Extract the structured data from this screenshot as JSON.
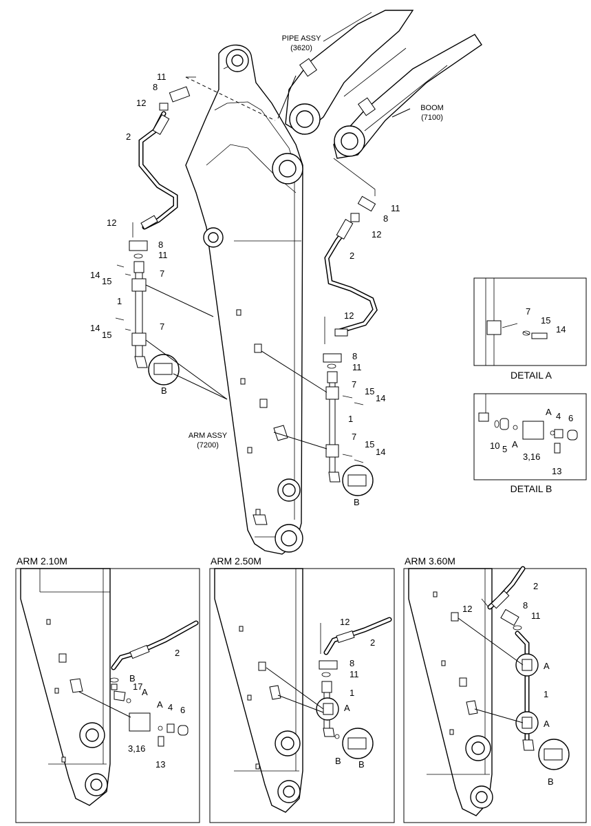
{
  "references": {
    "pipe_assy": {
      "name": "PIPE ASSY",
      "code": "(3620)"
    },
    "boom": {
      "name": "BOOM",
      "code": "(7100)"
    },
    "arm_assy": {
      "name": "ARM ASSY",
      "code": "(7200)"
    }
  },
  "main_callouts": {
    "left": {
      "c11a": "11",
      "c8a": "8",
      "c12a": "12",
      "c2": "2",
      "c12b": "12",
      "c8b": "8",
      "c11b": "11",
      "c14a": "14",
      "c15a": "15",
      "c7a": "7",
      "c1": "1",
      "c14b": "14",
      "c15b": "15",
      "c7b": "7",
      "cB": "B"
    },
    "right": {
      "c11a": "11",
      "c8a": "8",
      "c12a": "12",
      "c2": "2",
      "c12b": "12",
      "c8b": "8",
      "c11b": "11",
      "c7a": "7",
      "c15a": "15",
      "c14a": "14",
      "c1": "1",
      "c7b": "7",
      "c15b": "15",
      "c14b": "14",
      "cB": "B"
    }
  },
  "detail_a": {
    "caption": "DETAIL A",
    "c7": "7",
    "c15": "15",
    "c14": "14"
  },
  "detail_b": {
    "caption": "DETAIL B",
    "cA": "A",
    "c4": "4",
    "c6": "6",
    "c10": "10",
    "c5": "5",
    "cA2": "A",
    "c316": "3,16",
    "c13": "13"
  },
  "panels": [
    {
      "title": "ARM 2.10M",
      "c2": "2",
      "cB": "B",
      "c17": "17",
      "cA": "A",
      "cA2": "A",
      "c4": "4",
      "c6": "6",
      "c316": "3,16",
      "c13": "13"
    },
    {
      "title": "ARM 2.50M",
      "c12": "12",
      "c2": "2",
      "c8": "8",
      "c11": "11",
      "c1": "1",
      "cA": "A",
      "cB": "B",
      "cB2": "B"
    },
    {
      "title": "ARM 3.60M",
      "c2": "2",
      "c12": "12",
      "c8": "8",
      "c11": "11",
      "cA": "A",
      "c1": "1",
      "cA2": "A",
      "cB": "B"
    }
  ]
}
